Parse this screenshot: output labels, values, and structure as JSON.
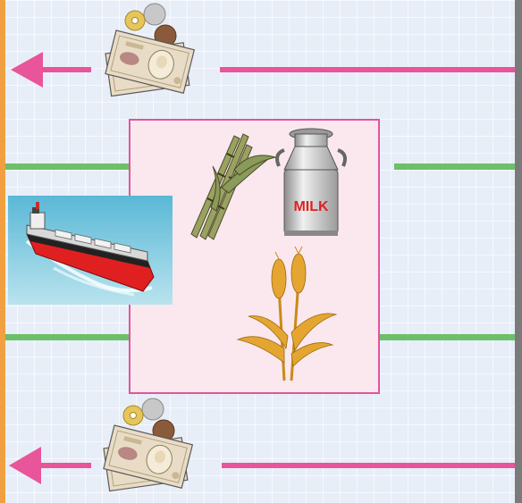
{
  "colors": {
    "background": "#e8eef8",
    "grid_line": "#ffffff",
    "left_border": "#f0a040",
    "right_border": "#7a7a7a",
    "money_arrow": "#e8559a",
    "goods_line": "#6cc06a",
    "goods_box_fill": "#fbe8ee",
    "goods_box_border": "#e0559a",
    "ship_hull": "#e02020",
    "sea": "#7fc6d8",
    "banknote": "#e9dcc6",
    "coin_gold": "#e6c65a",
    "coin_silver": "#c8c8c8",
    "coin_bronze": "#8a5a3a",
    "wheat": "#e4a630",
    "sugarcane": "#8a9a5a",
    "milk_can": "#c8c8c8",
    "milk_label": "#e02020"
  },
  "icons": [
    "money-icon-top",
    "money-icon-bottom",
    "cargo-ship-icon",
    "sugarcane-icon",
    "milk-can-icon",
    "wheat-icon"
  ],
  "milk_can": {
    "label": "MILK"
  }
}
